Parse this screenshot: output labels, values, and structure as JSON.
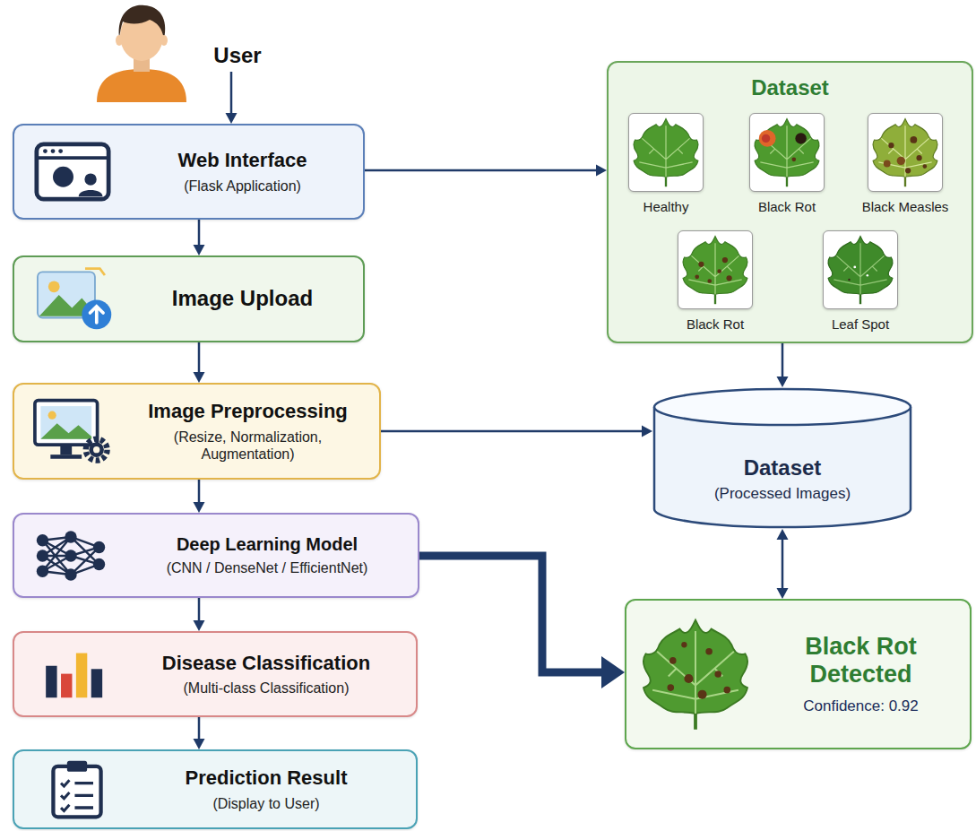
{
  "diagram": {
    "nodes": [
      {
        "text": [
          "User"
        ]
      },
      {
        "text": [
          "Web Interface",
          "(Flask Application)"
        ]
      },
      {
        "text": [
          "Dataset"
        ]
      },
      {
        "text": [
          "Healthy"
        ],
        "in": 2
      },
      {
        "text": [
          "Black Rot"
        ],
        "in": 2
      },
      {
        "text": [
          "Black Measles"
        ],
        "in": 2
      },
      {
        "text": [
          "Black Rot"
        ],
        "in": 2
      },
      {
        "text": [
          "Leaf Spot"
        ],
        "in": 2
      },
      {
        "text": [
          "Image Upload"
        ]
      },
      {
        "text": [
          "Image Preprocessing",
          "(Resize, Normalization, Augmentation)"
        ]
      },
      {
        "text": [
          "Dataset",
          "(Processed Images)"
        ]
      },
      {
        "text": [
          "Deep Learning Model",
          "(CNN / DenseNet / EfficientNet)"
        ]
      },
      {
        "text": [
          "Black Rot Detected",
          "Confidence: 0.92"
        ]
      },
      {
        "text": [
          "Disease Classification",
          "(Multi-class Classification)"
        ]
      },
      {
        "text": [
          "Prediction Result",
          "(Display to User)"
        ]
      }
    ],
    "edges": [
      {
        "from": 0,
        "to": 1,
        "arrow": "to"
      },
      {
        "from": 1,
        "to": 8,
        "arrow": "to"
      },
      {
        "from": 8,
        "to": 9,
        "arrow": "to"
      },
      {
        "from": 9,
        "to": 11,
        "arrow": "to"
      },
      {
        "from": 11,
        "to": 13,
        "arrow": "to"
      },
      {
        "from": 13,
        "to": 14,
        "arrow": "to"
      },
      {
        "from": 1,
        "to": 2,
        "arrow": "to"
      },
      {
        "from": 9,
        "to": 10,
        "arrow": "to"
      },
      {
        "from": 2,
        "to": 10,
        "arrow": "to"
      },
      {
        "from": 10,
        "to": 12,
        "arrow": "both"
      },
      {
        "from": 11,
        "to": 12,
        "arrow": "to"
      }
    ]
  }
}
